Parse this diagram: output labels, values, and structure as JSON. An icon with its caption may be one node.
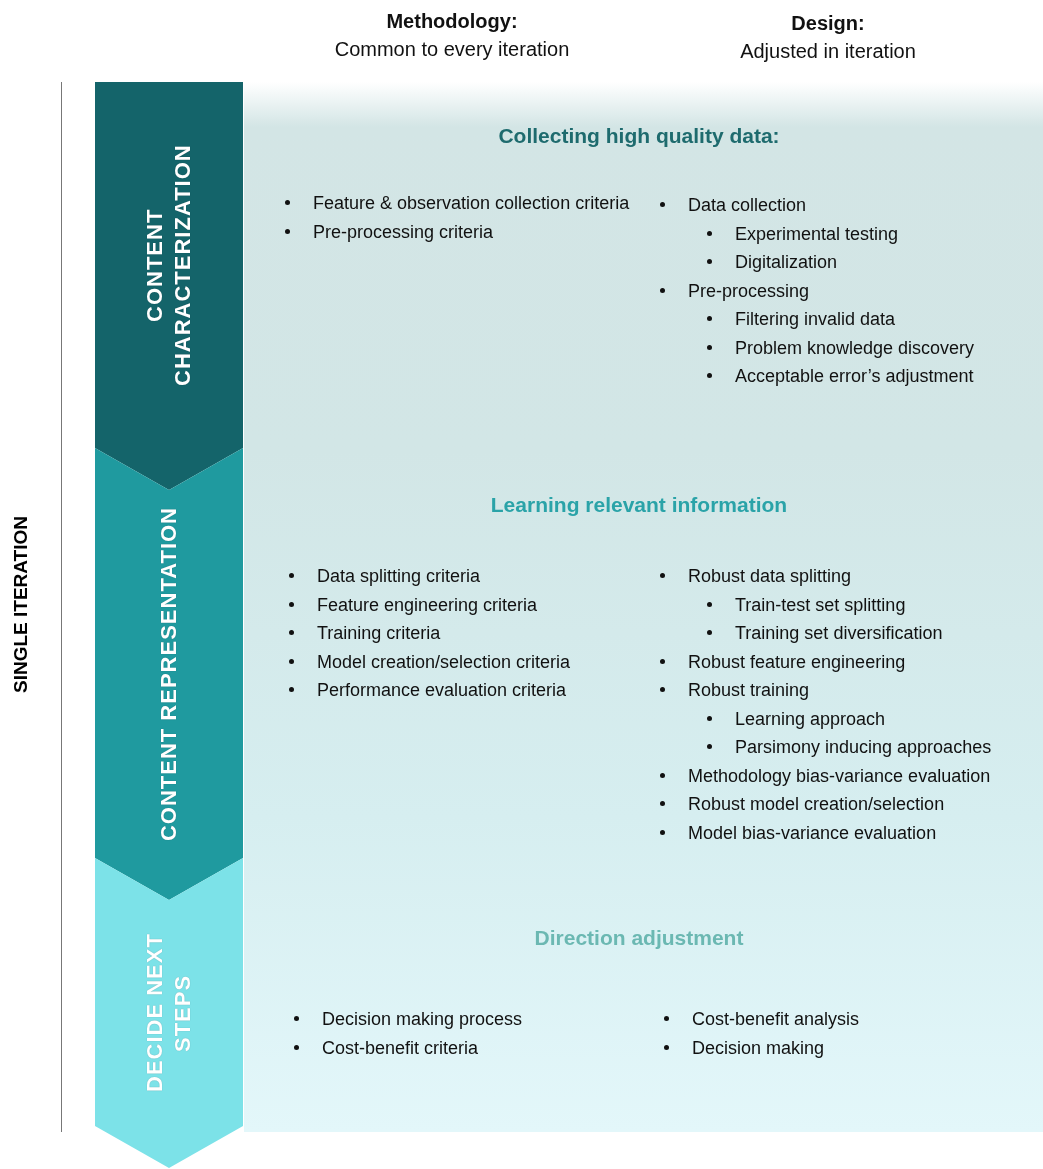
{
  "diagram": {
    "nodes": [
      {
        "text": [
          "CONTENT CHARACTERIZATION"
        ]
      },
      {
        "text": [
          "CONTENT REPRESENTATION"
        ]
      },
      {
        "text": [
          "DECIDE NEXT STEPS"
        ]
      }
    ],
    "labels": [
      "Methodology:",
      "Common to every iteration",
      "Design:",
      "Adjusted in iteration",
      "SINGLE ITERATION",
      "Collecting high quality data:",
      "Feature & observation collection criteria",
      "Pre-processing criteria",
      "Data collection",
      "Experimental testing",
      "Digitalization",
      "Pre-processing",
      "Filtering invalid data",
      "Problem knowledge discovery",
      "Acceptable error’s adjustment",
      "Learning relevant information",
      "Data splitting criteria",
      "Feature engineering criteria",
      "Training criteria",
      "Model creation/selection criteria",
      "Performance evaluation criteria",
      "Robust data splitting",
      "Train-test set splitting",
      "Training set diversification",
      "Robust feature engineering",
      "Robust training",
      "Learning approach",
      "Parsimony inducing approaches",
      "Methodology bias-variance evaluation",
      "Robust model creation/selection",
      "Model bias-variance evaluation",
      "Direction adjustment",
      "Decision making process",
      "Cost-benefit criteria",
      "Cost-benefit analysis",
      "Decision making"
    ]
  }
}
